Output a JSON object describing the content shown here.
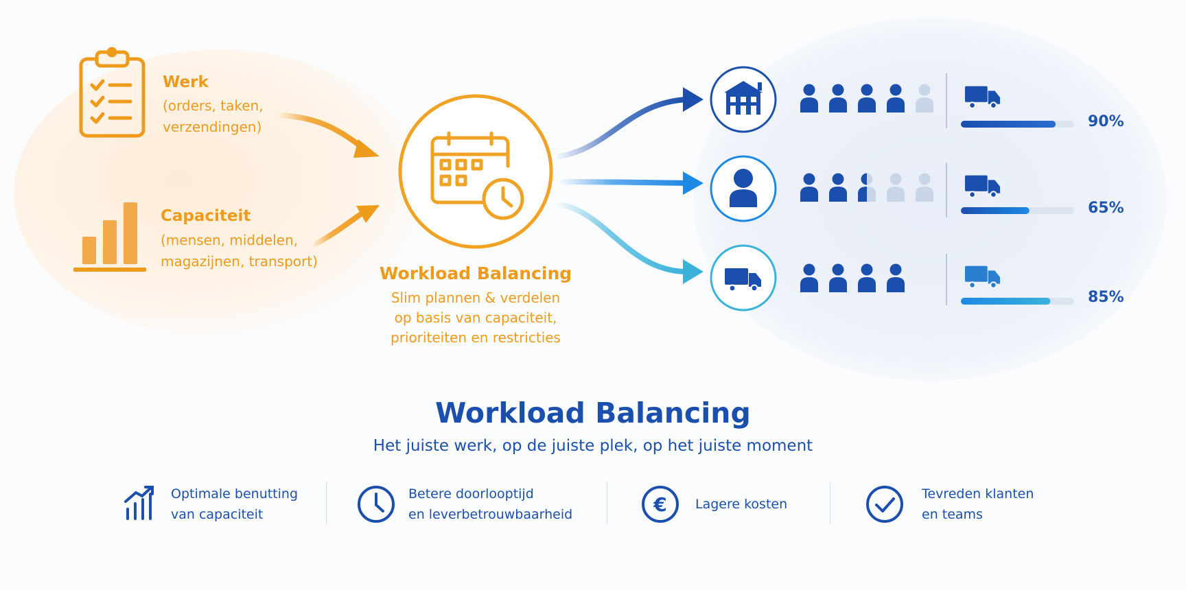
{
  "inputs": [
    {
      "title": "Werk",
      "lines": [
        "(orders, taken,",
        "verzendingen)"
      ],
      "icon": "clipboard-checklist-icon"
    },
    {
      "title": "Capaciteit",
      "lines": [
        "(mensen, middelen,",
        "magazijnen, transport)"
      ],
      "icon": "bar-chart-icon"
    }
  ],
  "center": {
    "title": "Workload Balancing",
    "lines": [
      "Slim plannen & verdelen",
      "op basis van capaciteit,",
      "prioriteiten en restricties"
    ],
    "icon": "calendar-clock-icon"
  },
  "outputs": [
    {
      "icon": "warehouse-icon",
      "people_active": 4,
      "people_total": 5,
      "load_percent": 90,
      "label": "90%"
    },
    {
      "icon": "person-icon",
      "people_active": 2.5,
      "people_total": 5,
      "load_percent": 65,
      "label": "65%"
    },
    {
      "icon": "truck-icon",
      "people_active": 4,
      "people_total": 4,
      "load_percent": 85,
      "label": "85%"
    }
  ],
  "heading": {
    "title": "Workload Balancing",
    "subtitle": "Het juiste werk, op de juiste plek, op het juiste moment"
  },
  "benefits": [
    {
      "icon": "growth-chart-icon",
      "lines": [
        "Optimale benutting",
        "van capaciteit"
      ]
    },
    {
      "icon": "clock-icon",
      "lines": [
        "Betere doorlooptijd",
        "en leverbetrouwbaarheid"
      ]
    },
    {
      "icon": "euro-icon",
      "lines": [
        "Lagere kosten"
      ]
    },
    {
      "icon": "checkmark-icon",
      "lines": [
        "Tevreden klanten",
        "en teams"
      ]
    }
  ],
  "colors": {
    "orange": "#ee9a1a",
    "blue_dark": "#1b4fae",
    "blue_mid": "#1e88e5",
    "blue_light": "#3ab2db",
    "person_faded": "#c9d6e8"
  }
}
